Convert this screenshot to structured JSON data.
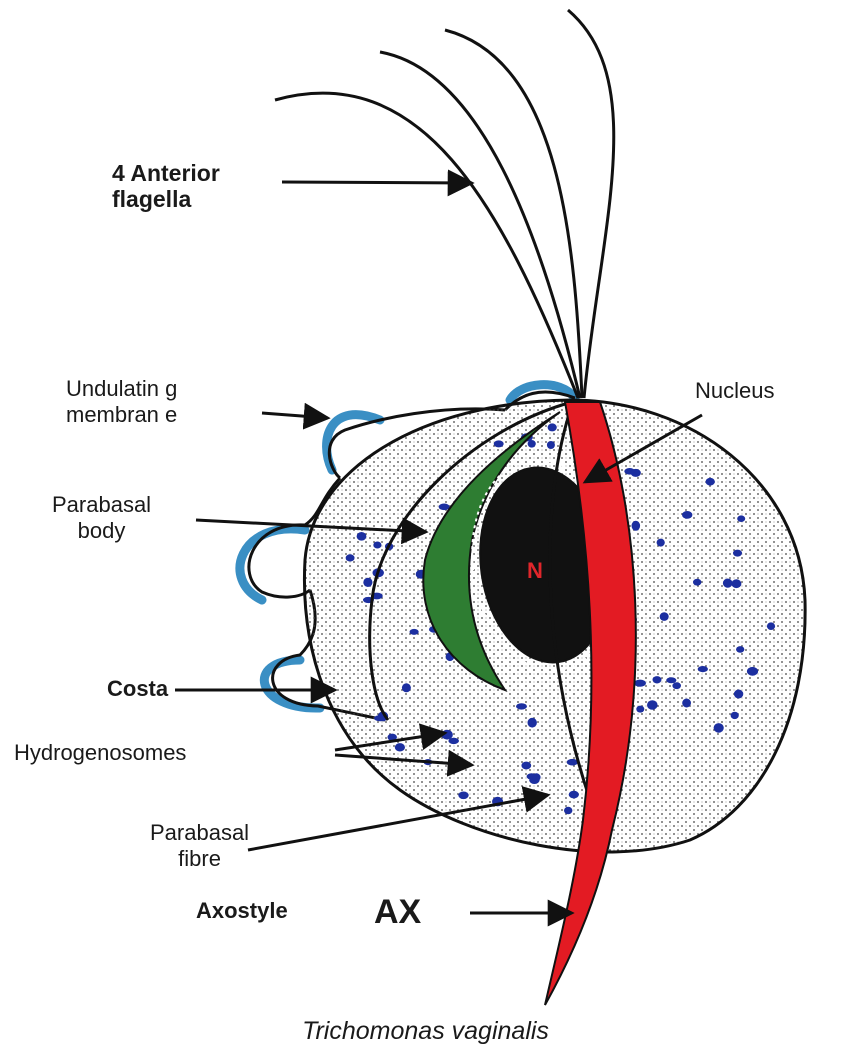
{
  "diagram": {
    "caption": "Trichomonas vaginalis",
    "labels": {
      "anterior_flagella": "4 Anterior\nflagella",
      "nucleus": "Nucleus",
      "undulating_membrane": "Undulatin g\nmembran e",
      "parabasal_body": "Parabasal\nbody",
      "costa": "Costa",
      "hydrogenosomes": "Hydrogenosomes",
      "parabasal_fibre": "Parabasal\nfibre",
      "axostyle": "Axostyle",
      "ax": "AX",
      "nucleus_mark": "N"
    },
    "colors": {
      "axostyle": "#e31b23",
      "parabasal_body": "#2e7d32",
      "undulating_membrane": "#3a8fc4",
      "nucleus": "#111111",
      "hydrogenosomes": "#1c2fa0"
    }
  }
}
